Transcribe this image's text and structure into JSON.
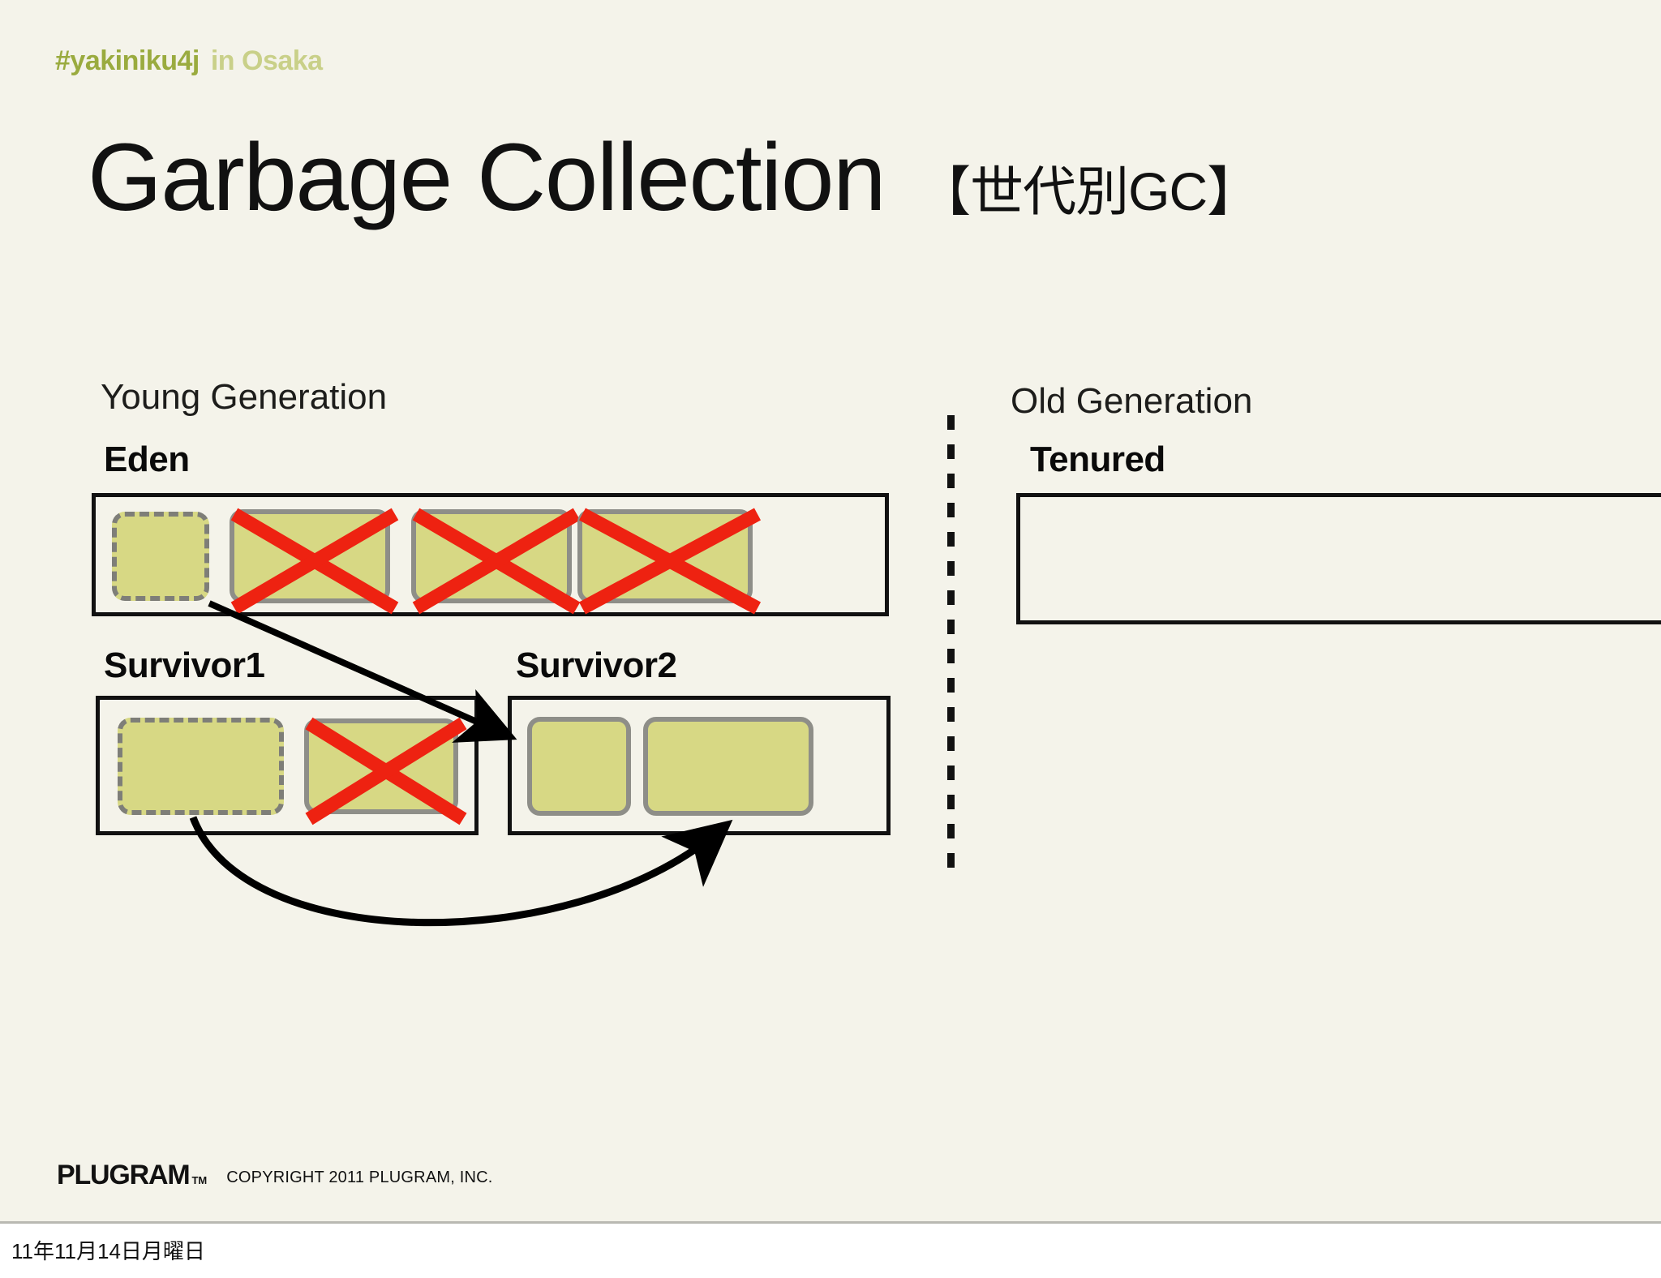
{
  "header": {
    "hashtag": "#yakiniku4j",
    "location": "in Osaka",
    "hashtag_color": "#9aab3f",
    "location_color": "#c9d089"
  },
  "title": {
    "main": "Garbage Collection",
    "annotation": "【世代別GC】"
  },
  "theme": {
    "background": "#f4f3ea",
    "object_fill": "#d7d884",
    "object_border_alive": "#7e7e78",
    "object_border_solid": "#8e8e88",
    "garbage_mark": "#ee2211",
    "box_border": "#111111",
    "arrow_color": "#000000"
  },
  "diagram": {
    "young_generation": {
      "label": "Young Generation",
      "spaces": [
        {
          "name": "Eden",
          "label": "Eden",
          "objects": [
            {
              "state": "alive",
              "marked": false
            },
            {
              "state": "garbage",
              "marked": true
            },
            {
              "state": "garbage",
              "marked": true
            },
            {
              "state": "garbage",
              "marked": true
            }
          ]
        },
        {
          "name": "Survivor1",
          "label": "Survivor1",
          "objects": [
            {
              "state": "alive",
              "marked": false
            },
            {
              "state": "garbage",
              "marked": true
            }
          ]
        },
        {
          "name": "Survivor2",
          "label": "Survivor2",
          "objects": [
            {
              "state": "moved",
              "marked": false
            },
            {
              "state": "moved",
              "marked": false
            }
          ]
        }
      ]
    },
    "old_generation": {
      "label": "Old Generation",
      "spaces": [
        {
          "name": "Tenured",
          "label": "Tenured",
          "objects": []
        }
      ]
    },
    "arrows": [
      {
        "name": "eden-to-survivor2",
        "from": "Eden",
        "to": "Survivor2",
        "style": "straight"
      },
      {
        "name": "survivor1-to-survivor2",
        "from": "Survivor1",
        "to": "Survivor2",
        "style": "curved"
      }
    ]
  },
  "footer": {
    "logo": "PLUGRAM",
    "logo_tm": "TM",
    "copyright": "COPYRIGHT 2011 PLUGRAM, INC."
  },
  "statusbar": {
    "date": "11年11月14日月曜日"
  }
}
